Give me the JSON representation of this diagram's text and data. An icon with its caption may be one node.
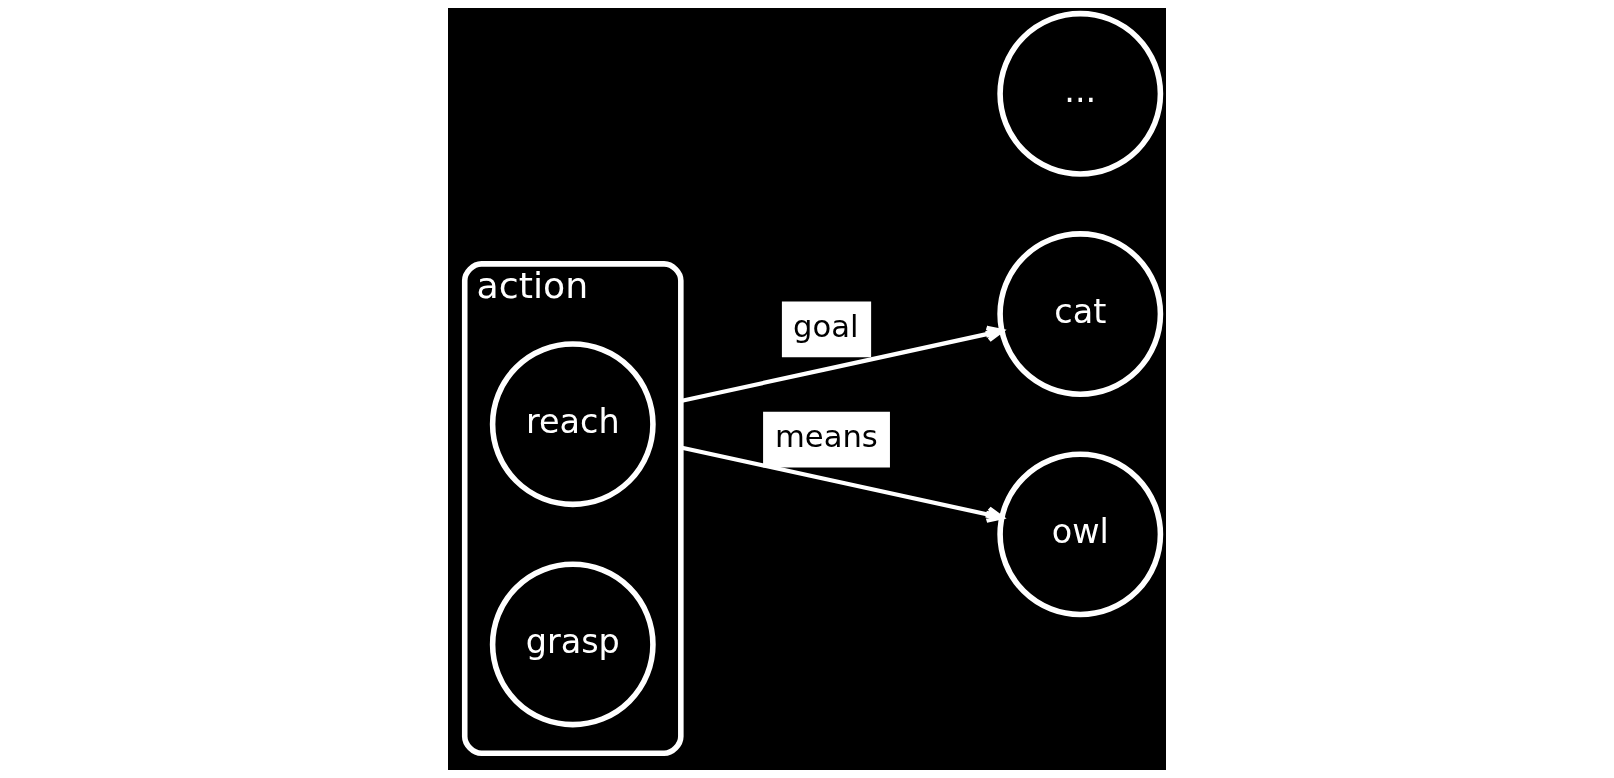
{
  "diagram": {
    "nodes": [
      {
        "text": [
          "action"
        ]
      },
      {
        "text": [
          "reach"
        ],
        "in": 0
      },
      {
        "text": [
          "grasp"
        ],
        "in": 0
      },
      {
        "text": [
          "cat"
        ]
      },
      {
        "text": [
          "owl"
        ]
      },
      {
        "text": [
          "..."
        ]
      }
    ],
    "edges": [
      {
        "from": 0,
        "to": 4,
        "arrow": "to",
        "label": "means"
      },
      {
        "from": 0,
        "to": 3,
        "arrow": "to",
        "label": "goal"
      }
    ]
  }
}
